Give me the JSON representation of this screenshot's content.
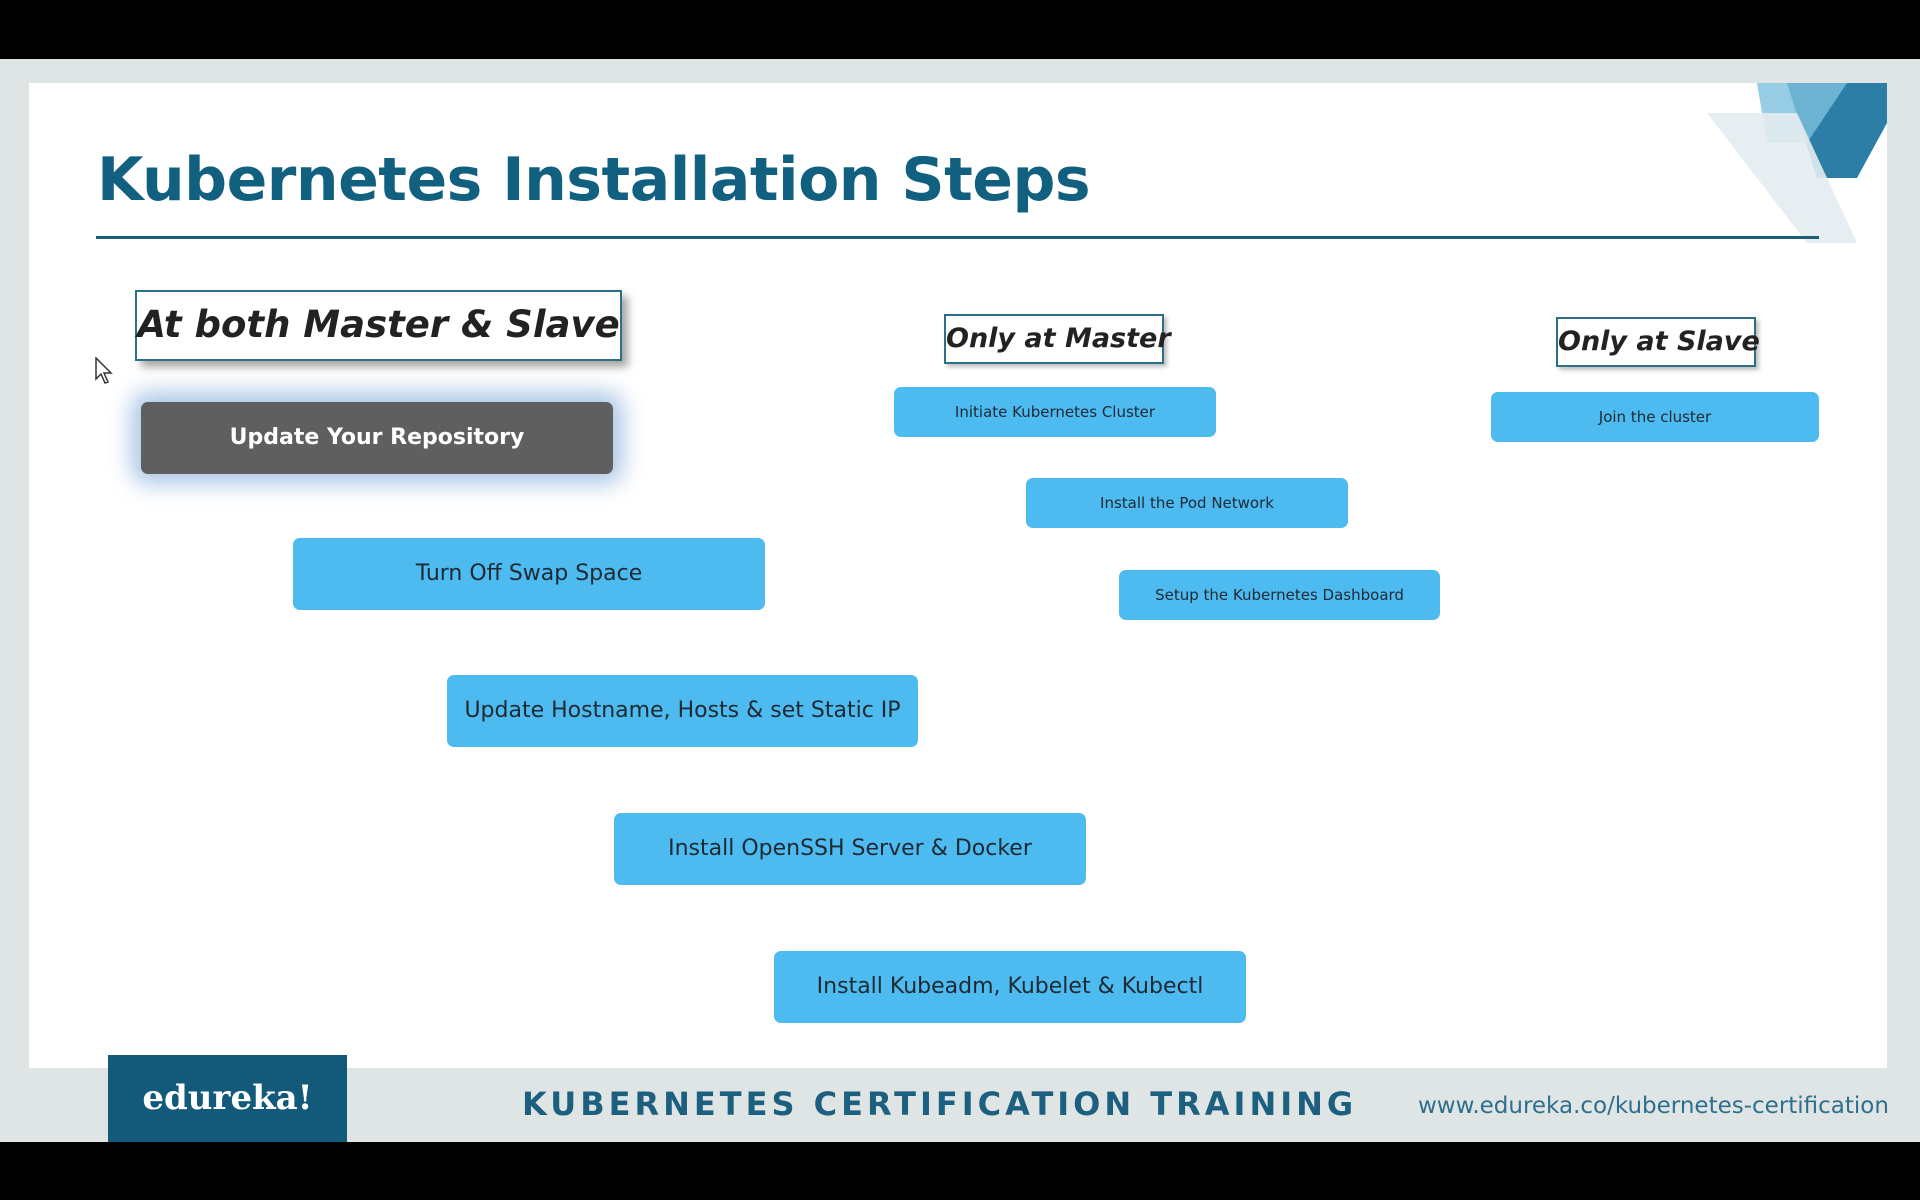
{
  "slide": {
    "title": "Kubernetes Installation Steps",
    "sections": {
      "both": "At both Master & Slave",
      "master": "Only at Master",
      "slave": "Only at Slave"
    },
    "steps_both": [
      "Update Your Repository",
      "Turn Off Swap Space",
      "Update Hostname, Hosts & set Static IP",
      "Install OpenSSH Server & Docker",
      "Install Kubeadm, Kubelet & Kubectl"
    ],
    "steps_master": [
      "Initiate Kubernetes Cluster",
      "Install the Pod Network",
      "Setup the Kubernetes Dashboard"
    ],
    "steps_slave": [
      "Join the cluster"
    ],
    "active_step": "Update Your Repository"
  },
  "footer": {
    "logo": "edureka!",
    "course": "KUBERNETES CERTIFICATION TRAINING",
    "url": "www.edureka.co/kubernetes-certification"
  },
  "colors": {
    "title": "#12607f",
    "step_blue": "#4dbaf0",
    "step_active": "#5f5f5f",
    "logo_bg": "#13597a"
  }
}
